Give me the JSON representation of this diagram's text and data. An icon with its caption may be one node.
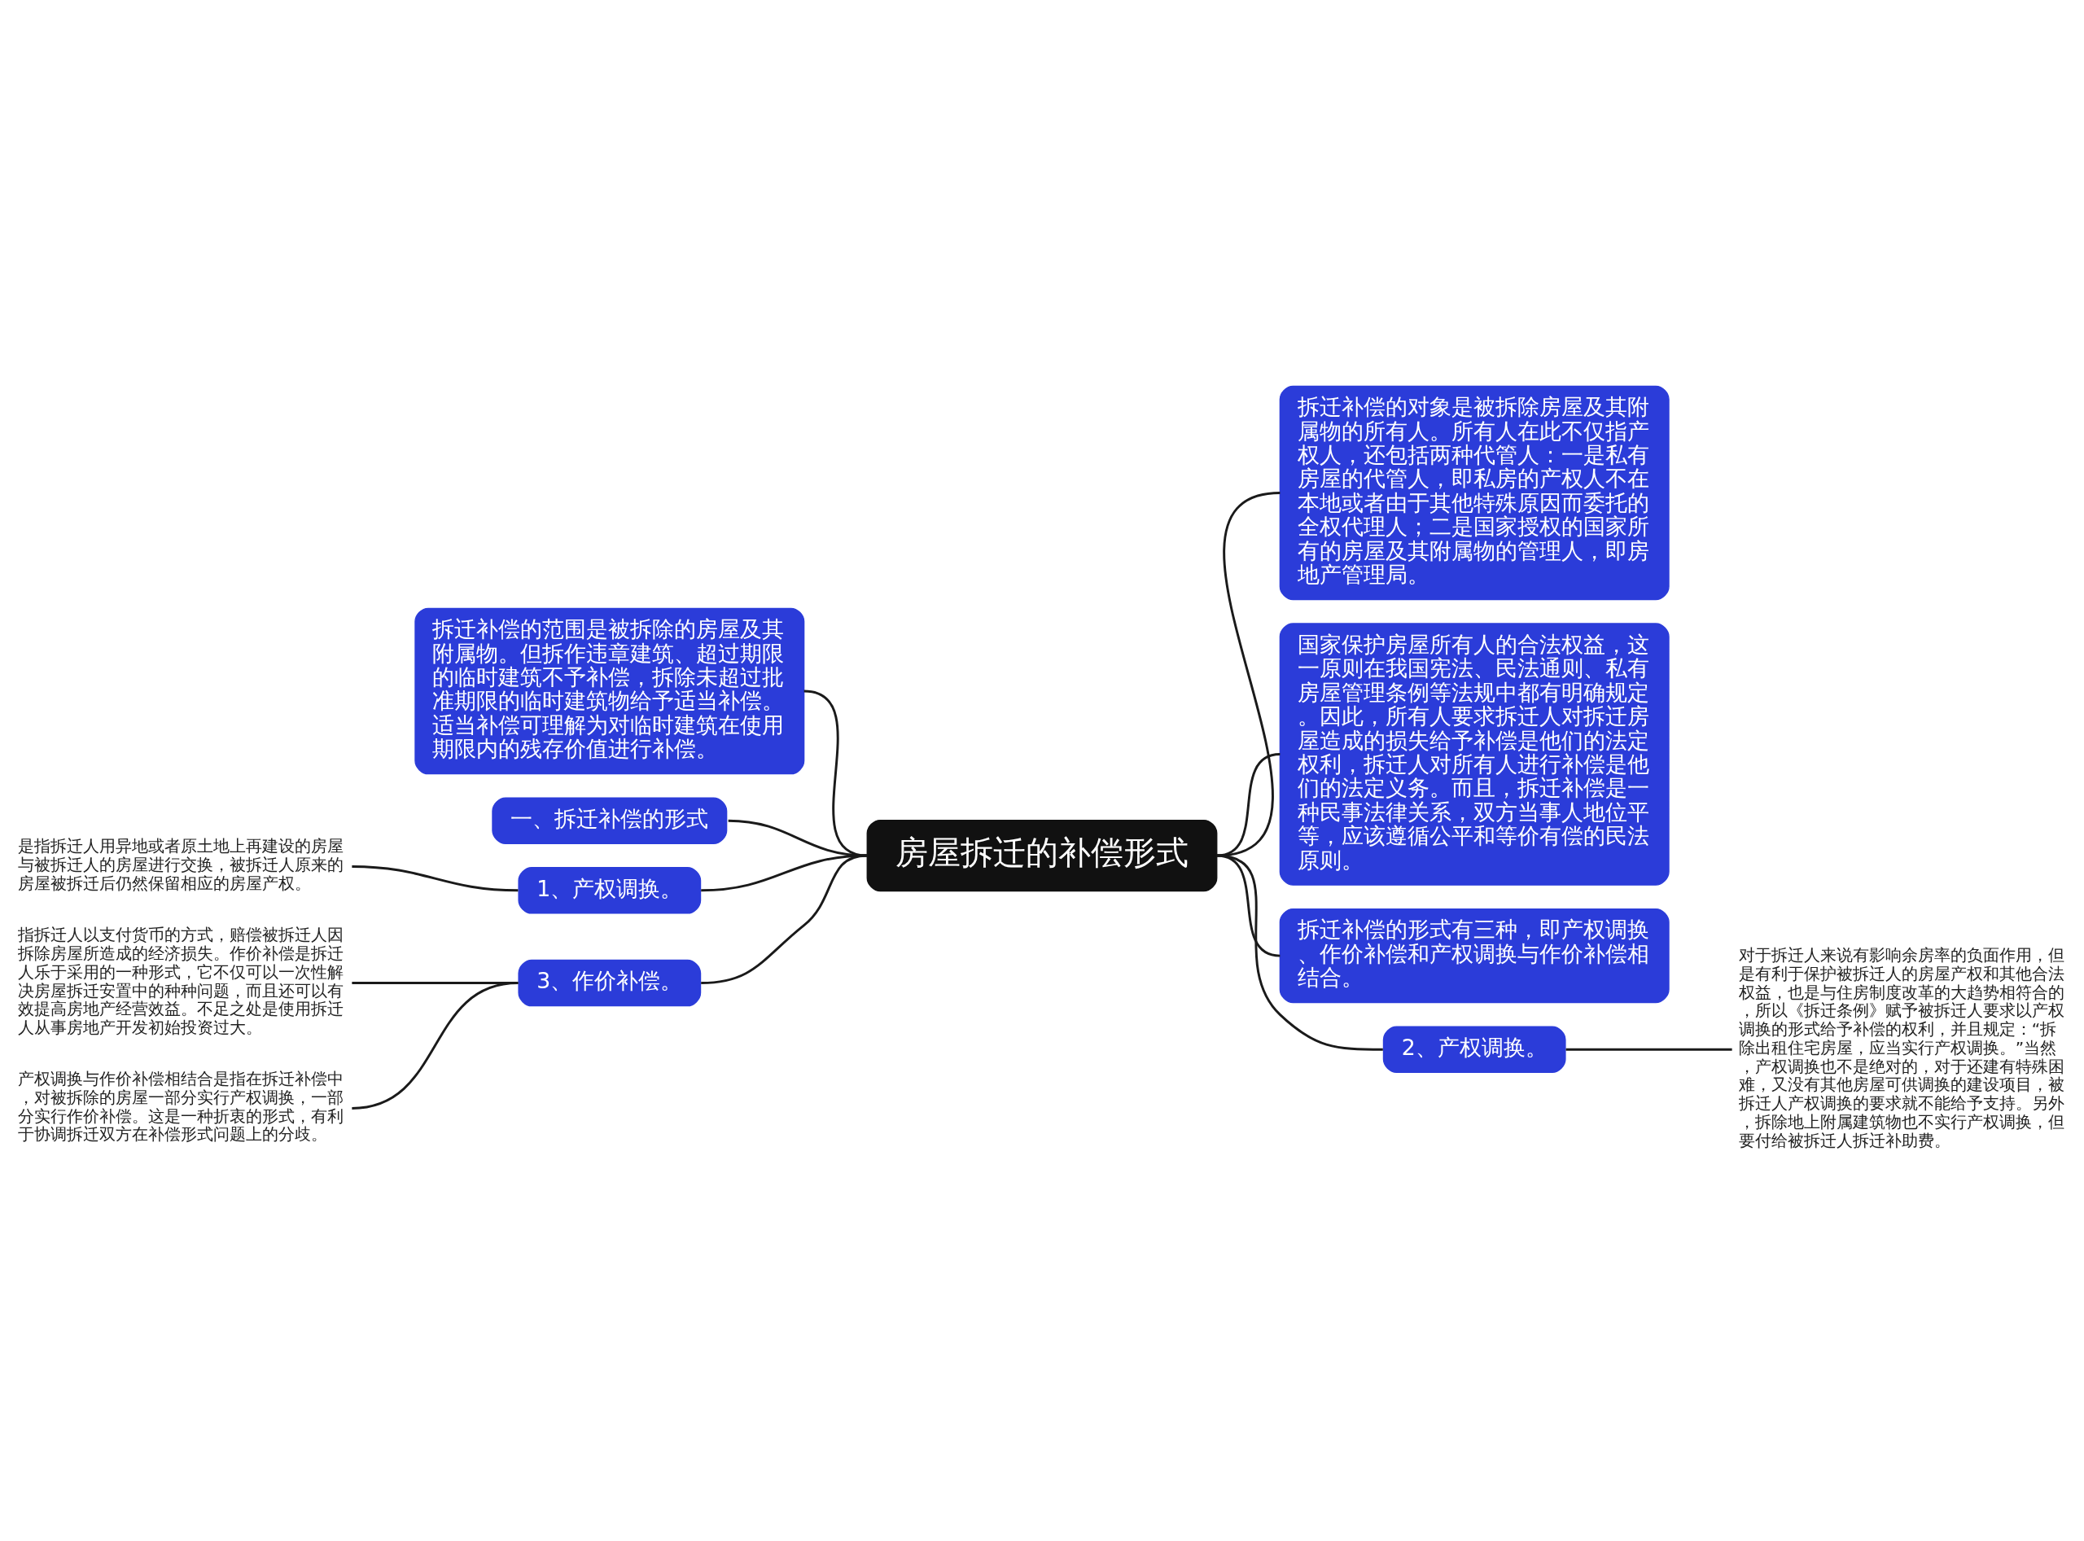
{
  "diagram": {
    "nodes": [
      {
        "text": [
          "房屋拆迁的补偿形式"
        ]
      },
      {
        "text": [
          "拆迁补偿的范围是被拆除的房屋及其附属物。但拆作违章建筑、超过期限的临时建筑不予补偿，拆除未超过批准期限的临时建筑物给予适当补偿。适当补偿可理解为对临时建筑在使用期限内的残存价值进行补偿。"
        ]
      },
      {
        "text": [
          "一、拆迁补偿的形式"
        ]
      },
      {
        "text": [
          "1、产权调换。"
        ]
      },
      {
        "text": [
          "是指拆迁人用异地或者原土地上再建设的房屋与被拆迁人的房屋进行交换，被拆迁人原来的房屋被拆迁后仍然保留相应的房屋产权。"
        ]
      },
      {
        "text": [
          "3、作价补偿。"
        ]
      },
      {
        "text": [
          "指拆迁人以支付货币的方式，赔偿被拆迁人因拆除房屋所造成的经济损失。作价补偿是拆迁人乐于采用的一种形式，它不仅可以一次性解决房屋拆迁安置中的种种问题，而且还可以有效提高房地产经营效益。不足之处是使用拆迁人从事房地产开发初始投资过大。"
        ]
      },
      {
        "text": [
          "产权调换与作价补偿相结合是指在拆迁补偿中，对被拆除的房屋一部分实行产权调换，一部分实行作价补偿。这是一种折衷的形式，有利于协调拆迁双方在补偿形式问题上的分歧。"
        ]
      },
      {
        "text": [
          "拆迁补偿的对象是被拆除房屋及其附属物的所有人。所有人在此不仅指产权人，还包括两种代管人：一是私有房屋的代管人，即私房的产权人不在本地或者由于其他特殊原因而委托的全权代理人；二是国家授权的国家所有的房屋及其附属物的管理人，即房地产管理局。"
        ]
      },
      {
        "text": [
          "国家保护房屋所有人的合法权益，这一原则在我国宪法、民法通则、私有房屋管理条例等法规中都有明确规定。因此，所有人要求拆迁人对拆迁房屋造成的损失给予补偿是他们的法定权利，拆迁人对所有人进行补偿是他们的法定义务。而且，拆迁补偿是一种民事法律关系，双方当事人地位平等，应该遵循公平和等价有偿的民法原则。"
        ]
      },
      {
        "text": [
          "拆迁补偿的形式有三种，即产权调换、作价补偿和产权调换与作价补偿相结合。"
        ]
      },
      {
        "text": [
          "2、产权调换。"
        ]
      },
      {
        "text": [
          "对于拆迁人来说有影响余房率的负面作用，但是有利于保护被拆迁人的房屋产权和其他合法权益，也是与住房制度改革的大趋势相符合的，所以《拆迁条例》赋予被拆迁人要求以产权调换的形式给予补偿的权利，并且规定：“拆除出租住宅房屋，应当实行产权调换。”当然，产权调换也不是绝对的，对于还建有特殊困难，又没有其他房屋可供调换的建设项目，被拆迁人产权调换的要求就不能给予支持。另外，拆除地上附属建筑物也不实行产权调换，但要付给被拆迁人拆迁补助费。"
        ]
      }
    ],
    "edges": [
      {
        "from": 1,
        "to": 0,
        "arrow": "none"
      },
      {
        "from": 2,
        "to": 0,
        "arrow": "none"
      },
      {
        "from": 3,
        "to": 0,
        "arrow": "none"
      },
      {
        "from": 4,
        "to": 3,
        "arrow": "none"
      },
      {
        "from": 5,
        "to": 0,
        "arrow": "none"
      },
      {
        "from": 6,
        "to": 5,
        "arrow": "none"
      },
      {
        "from": 7,
        "to": 5,
        "arrow": "none"
      },
      {
        "from": 0,
        "to": 8,
        "arrow": "none"
      },
      {
        "from": 0,
        "to": 9,
        "arrow": "none"
      },
      {
        "from": 0,
        "to": 10,
        "arrow": "none"
      },
      {
        "from": 0,
        "to": 11,
        "arrow": "none"
      },
      {
        "from": 11,
        "to": 12,
        "arrow": "none"
      }
    ]
  }
}
